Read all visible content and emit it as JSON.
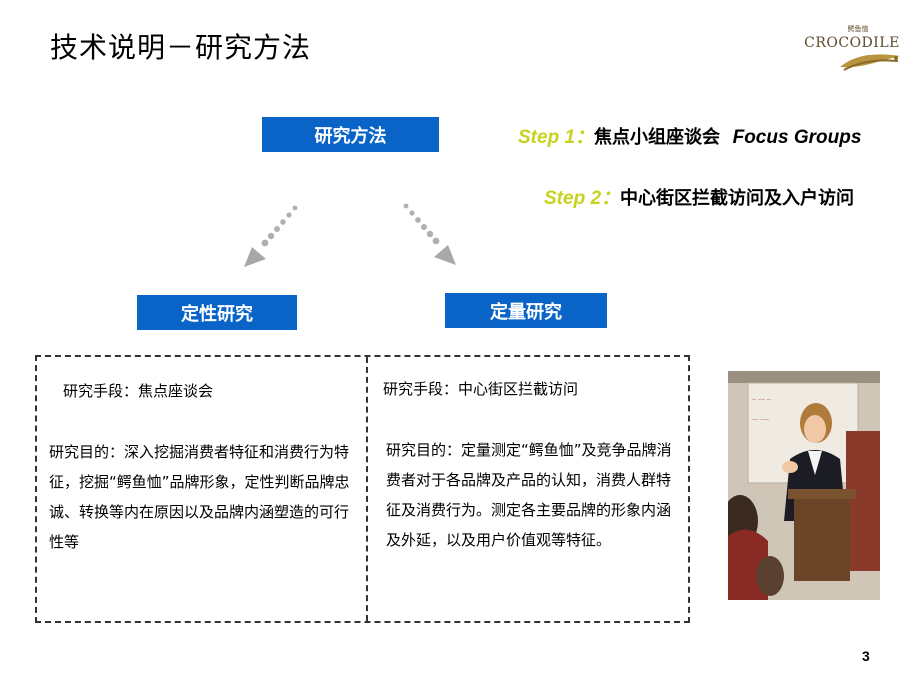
{
  "title": "技术说明－研究方法",
  "logo": {
    "brand_text": "CROCODILE",
    "cn_text": "鳄鱼恤"
  },
  "flow": {
    "root_label": "研究方法",
    "left_label": "定性研究",
    "right_label": "定量研究"
  },
  "steps": [
    {
      "label": "Step 1",
      "sep": "：",
      "text_cn": "焦点小组座谈会",
      "text_en": "Focus Groups"
    },
    {
      "label": "Step 2",
      "sep": "：",
      "text_cn": "中心街区拦截访问及入户访问",
      "text_en": ""
    }
  ],
  "panel": {
    "left": {
      "means": "研究手段：焦点座谈会",
      "goal": "研究目的：深入挖掘消费者特征和消费行为特征，挖掘“鳄鱼恤”品牌形象，定性判断品牌忠诚、转换等内在原因以及品牌内涵塑造的可行性等"
    },
    "right": {
      "means": "研究手段：中心街区拦截访问",
      "goal": "研究目的：定量测定“鳄鱼恤”及竞争品牌消费者对于各品牌及产品的认知，消费人群特征及消费行为。测定各主要品牌的形象内涵及外延，以及用户价值观等特征。"
    }
  },
  "page_number": "3",
  "colors": {
    "accent_blue": "#0a64c8",
    "step_yellow": "#c8d21e"
  }
}
